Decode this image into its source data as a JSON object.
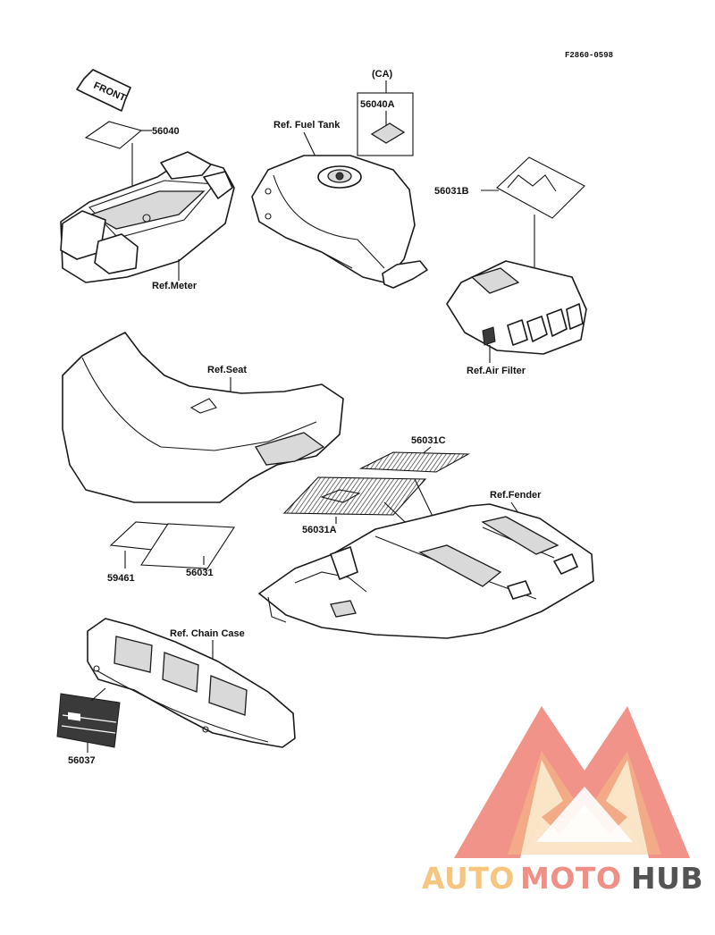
{
  "diagram_code": "F2860-0598",
  "front_arrow": {
    "label": "FRONT"
  },
  "callouts": {
    "p56040": "56040",
    "p56040A": "56040A",
    "ca": "(CA)",
    "fuel_tank": "Ref. Fuel Tank",
    "p56031B": "56031B",
    "meter": "Ref.Meter",
    "air_filter": "Ref.Air Filter",
    "seat": "Ref.Seat",
    "p56031C": "56031C",
    "fender": "Ref.Fender",
    "p56031A": "56031A",
    "p59461": "59461",
    "p56031": "56031",
    "chain_case": "Ref. Chain Case",
    "p56037": "56037"
  },
  "watermark": {
    "word_part1": "AUTO",
    "word_part2": "MOTO",
    "word_part3": "HUB",
    "colors": {
      "primary": "#f08a80",
      "secondary": "#f6c27a",
      "dark": "#4a4a4a"
    }
  }
}
